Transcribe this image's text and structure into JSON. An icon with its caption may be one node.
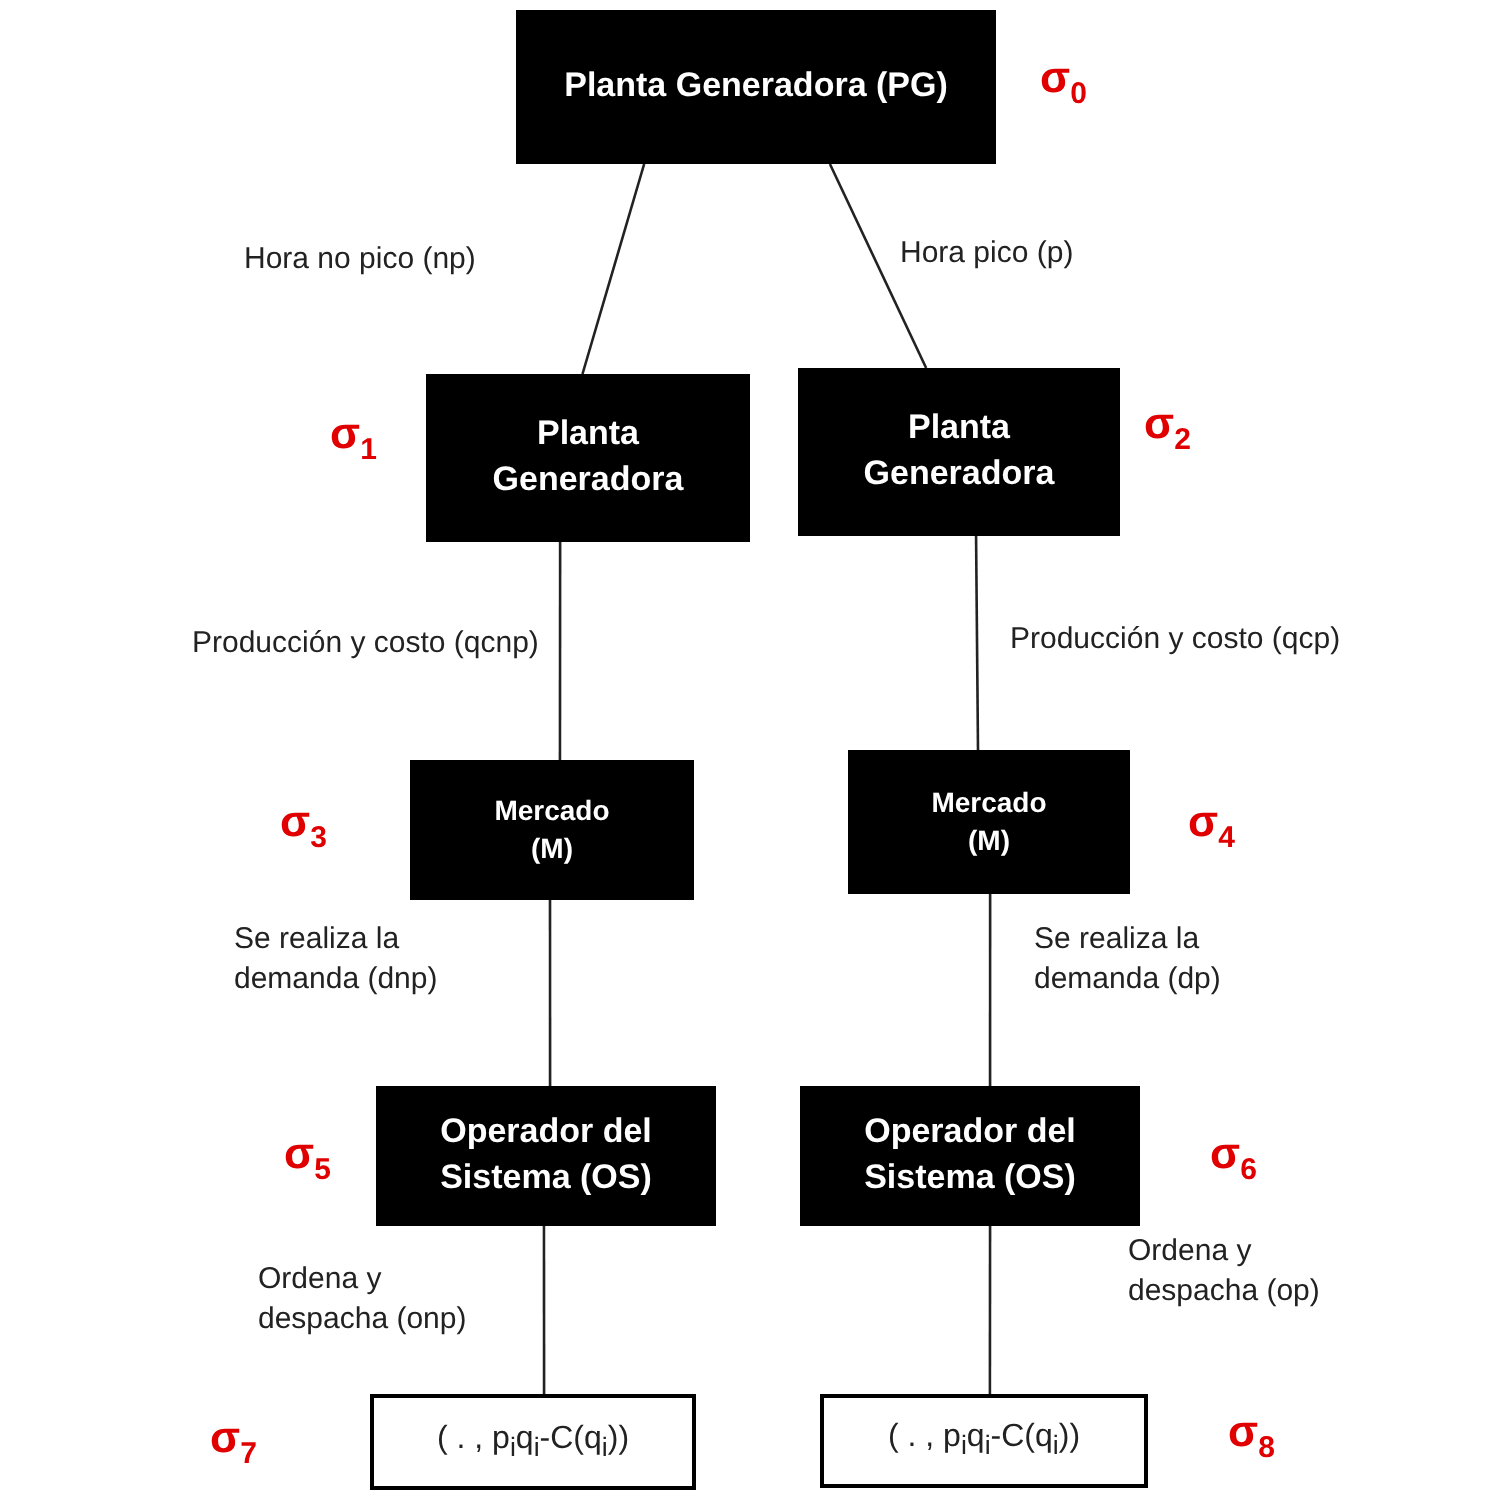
{
  "diagram": {
    "nodes": [
      {
        "text": [
          "Planta Generadora (PG)"
        ],
        "beside": [
          "σ$_{0}$"
        ]
      },
      {
        "text": [
          "Planta Generadora"
        ],
        "beside": [
          "σ$_{1}$"
        ]
      },
      {
        "text": [
          "Planta Generadora"
        ],
        "beside": [
          "σ$_{2}$"
        ]
      },
      {
        "text": [
          "Mercado (M)"
        ],
        "beside": [
          "σ$_{3}$"
        ]
      },
      {
        "text": [
          "Mercado (M)"
        ],
        "beside": [
          "σ$_{4}$"
        ]
      },
      {
        "text": [
          "Operador del Sistema (OS)"
        ],
        "beside": [
          "σ$_{5}$"
        ]
      },
      {
        "text": [
          "Operador del Sistema (OS)"
        ],
        "beside": [
          "σ$_{6}$"
        ]
      },
      {
        "text": [
          "( . , p$_{i}$q$_{i}$-C(q$_{i}$))"
        ],
        "beside": [
          "σ$_{7}$"
        ]
      },
      {
        "text": [
          "( . , p$_{i}$q$_{i}$-C(q$_{i}$))"
        ],
        "beside": [
          "σ$_{8}$"
        ]
      }
    ],
    "edges": [
      {
        "from": 0,
        "to": 1,
        "arrow": "none",
        "label": "Hora no pico (np)"
      },
      {
        "from": 0,
        "to": 2,
        "arrow": "none",
        "label": "Hora pico (p)"
      },
      {
        "from": 1,
        "to": 3,
        "arrow": "none",
        "label": "Producción y costo (qcnp)"
      },
      {
        "from": 2,
        "to": 4,
        "arrow": "none",
        "label": "Producción y costo (qcp)"
      },
      {
        "from": 3,
        "to": 5,
        "arrow": "none",
        "label": "Se realiza la demanda (dnp)"
      },
      {
        "from": 4,
        "to": 6,
        "arrow": "none",
        "label": "Se realiza la demanda (dp)"
      },
      {
        "from": 5,
        "to": 7,
        "arrow": "none",
        "label": "Ordena y despacha (onp)"
      },
      {
        "from": 6,
        "to": 8,
        "arrow": "none",
        "label": "Ordena y despacha (op)"
      }
    ]
  }
}
